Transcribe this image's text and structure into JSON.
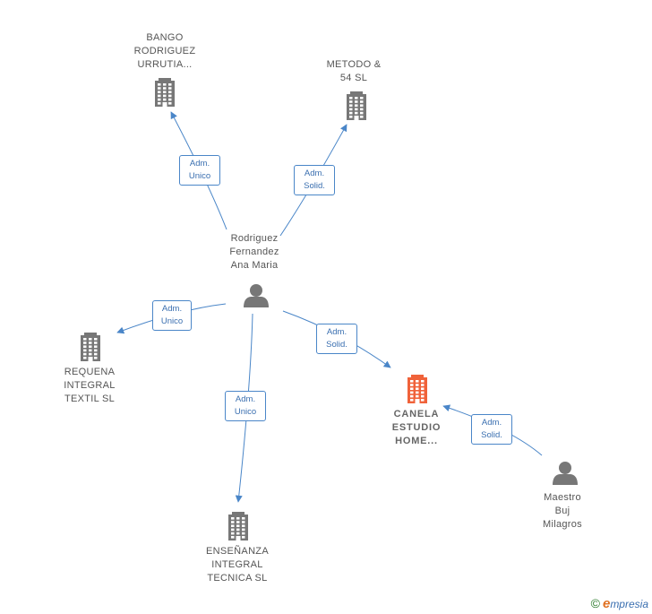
{
  "nodes": [
    {
      "id": "bango",
      "type": "company",
      "label": [
        "BANGO",
        "RODRIGUEZ",
        "URRUTIA..."
      ],
      "focus": false
    },
    {
      "id": "metodo",
      "type": "company",
      "label": [
        "METODO &",
        "54 SL"
      ],
      "focus": false
    },
    {
      "id": "rodriguez",
      "type": "person",
      "label": [
        "Rodriguez",
        "Fernandez",
        "Ana Maria"
      ],
      "focus": false
    },
    {
      "id": "requena",
      "type": "company",
      "label": [
        "REQUENA",
        "INTEGRAL",
        "TEXTIL SL"
      ],
      "focus": false
    },
    {
      "id": "canela",
      "type": "company",
      "label": [
        "CANELA",
        "ESTUDIO",
        "HOME..."
      ],
      "focus": true
    },
    {
      "id": "ensenanza",
      "type": "company",
      "label": [
        "ENSEÑANZA",
        "INTEGRAL",
        "TECNICA SL"
      ],
      "focus": false
    },
    {
      "id": "maestro",
      "type": "person",
      "label": [
        "Maestro",
        "Buj",
        "Milagros"
      ],
      "focus": false
    }
  ],
  "edges": [
    {
      "from": "rodriguez",
      "to": "bango",
      "label": [
        "Adm.",
        "Unico"
      ]
    },
    {
      "from": "rodriguez",
      "to": "metodo",
      "label": [
        "Adm.",
        "Solid."
      ]
    },
    {
      "from": "rodriguez",
      "to": "requena",
      "label": [
        "Adm.",
        "Unico"
      ]
    },
    {
      "from": "rodriguez",
      "to": "canela",
      "label": [
        "Adm.",
        "Solid."
      ]
    },
    {
      "from": "rodriguez",
      "to": "ensenanza",
      "label": [
        "Adm.",
        "Unico"
      ]
    },
    {
      "from": "maestro",
      "to": "canela",
      "label": [
        "Adm.",
        "Solid."
      ]
    }
  ],
  "colors": {
    "edge": "#4a86c8",
    "company_icon": "#777777",
    "focus_icon": "#f0623a",
    "person_icon": "#777777"
  },
  "footer": {
    "copyright": "©",
    "brand_e": "e",
    "brand_rest": "mpresia"
  }
}
